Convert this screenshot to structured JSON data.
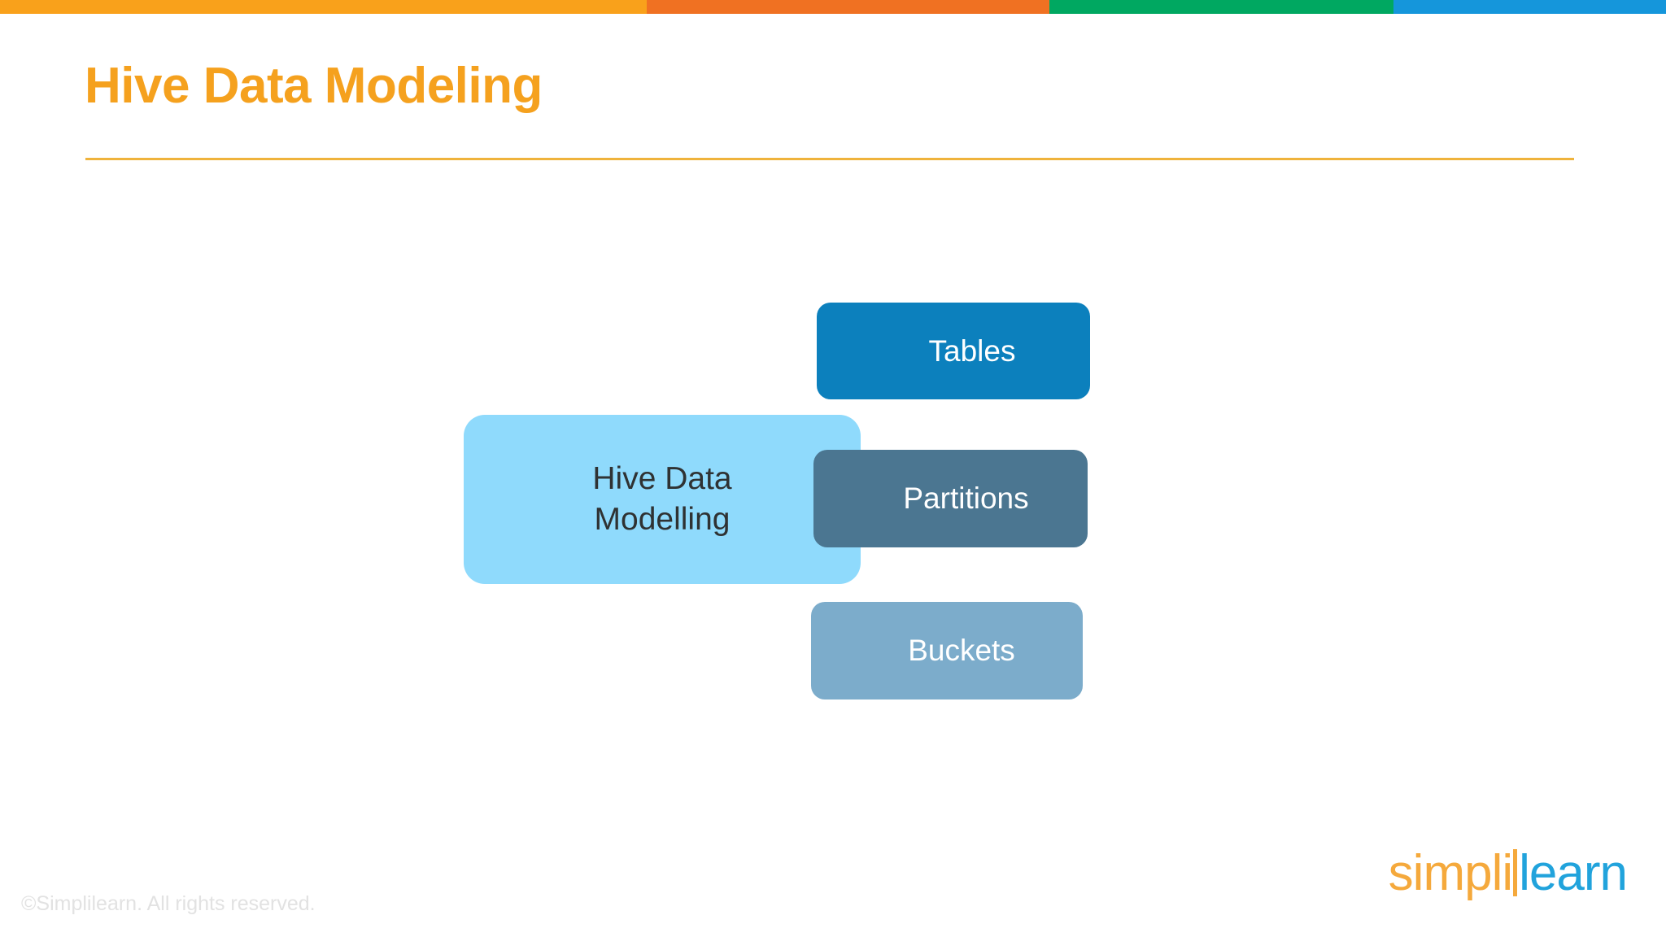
{
  "slide": {
    "title": "Hive Data Modeling",
    "title_color": "#F5A11E",
    "rule_color": "#EFB33C",
    "background": "#FFFFFF"
  },
  "topbar": {
    "segments": [
      {
        "name": "amber",
        "color": "#F9A11B"
      },
      {
        "name": "orange",
        "color": "#F07122"
      },
      {
        "name": "green",
        "color": "#00A861"
      },
      {
        "name": "blue",
        "color": "#1596DB"
      }
    ]
  },
  "diagram": {
    "type": "hierarchy",
    "root": {
      "label": "Hive Data\nModelling",
      "line1": "Hive Data",
      "line2": "Modelling",
      "color": "#8FDAFC",
      "text_color": "#2F3233"
    },
    "children": [
      {
        "label": "Tables",
        "color": "#0C80BD",
        "text_color": "#FFFFFF"
      },
      {
        "label": "Partitions",
        "color": "#4B7691",
        "text_color": "#FFFFFF"
      },
      {
        "label": "Buckets",
        "color": "#7CACCB",
        "text_color": "#FFFFFF"
      }
    ]
  },
  "footer": {
    "copyright": "©Simplilearn. All rights reserved.",
    "logo": {
      "part_one": "simpli",
      "part_two": "learn",
      "part_one_color": "#F5A93C",
      "part_two_color": "#21A3DC"
    }
  }
}
